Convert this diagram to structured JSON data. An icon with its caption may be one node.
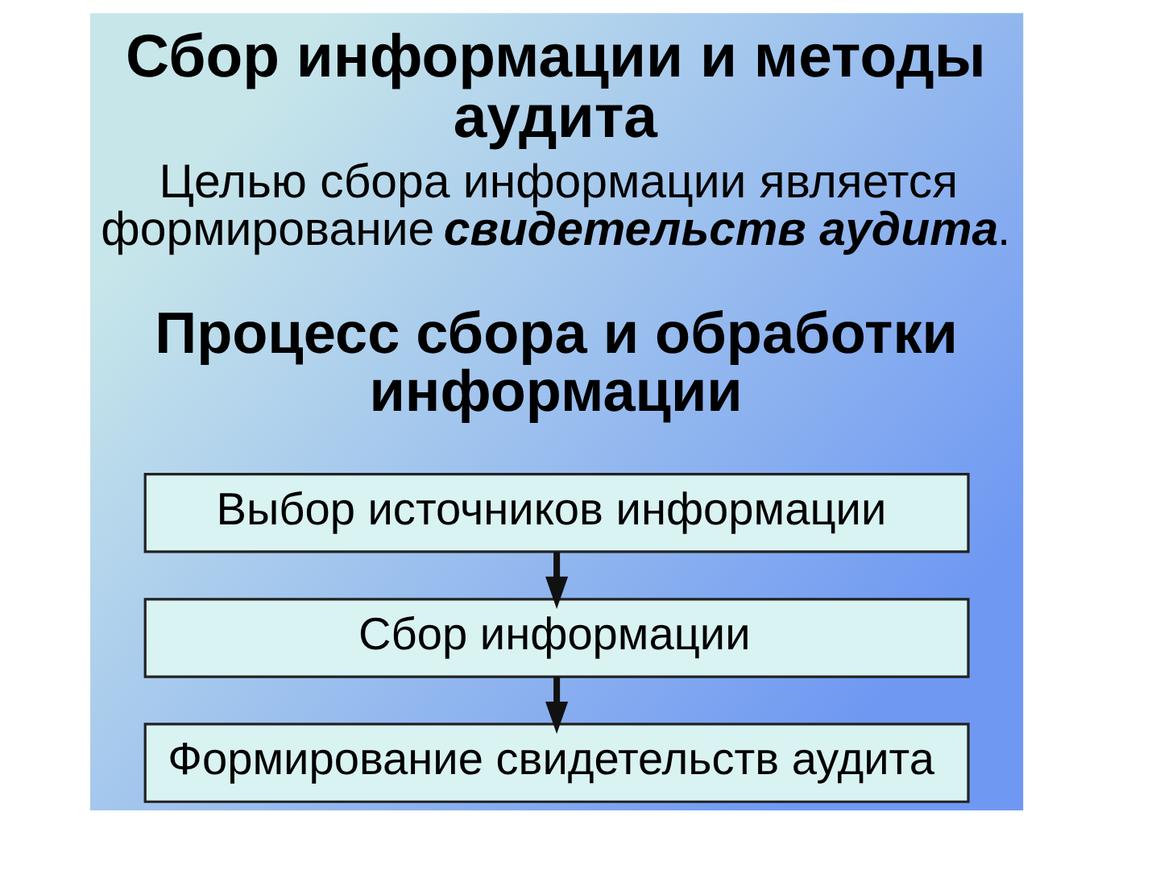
{
  "diagram": {
    "title": "Сбор информации и методы аудита",
    "nodes": [
      {
        "text": [
          "Выбор источников информации"
        ]
      },
      {
        "text": [
          "Сбор информации"
        ]
      },
      {
        "text": [
          "Формирование свидетельств аудита"
        ]
      }
    ],
    "edges": [
      {
        "from": 0,
        "to": 1,
        "arrow": "to"
      },
      {
        "from": 1,
        "to": 2,
        "arrow": "to"
      }
    ],
    "labels": [
      "Целью сбора информации является формирование **свидетельств аудита**.",
      "Процесс сбора и обработки информации"
    ]
  }
}
